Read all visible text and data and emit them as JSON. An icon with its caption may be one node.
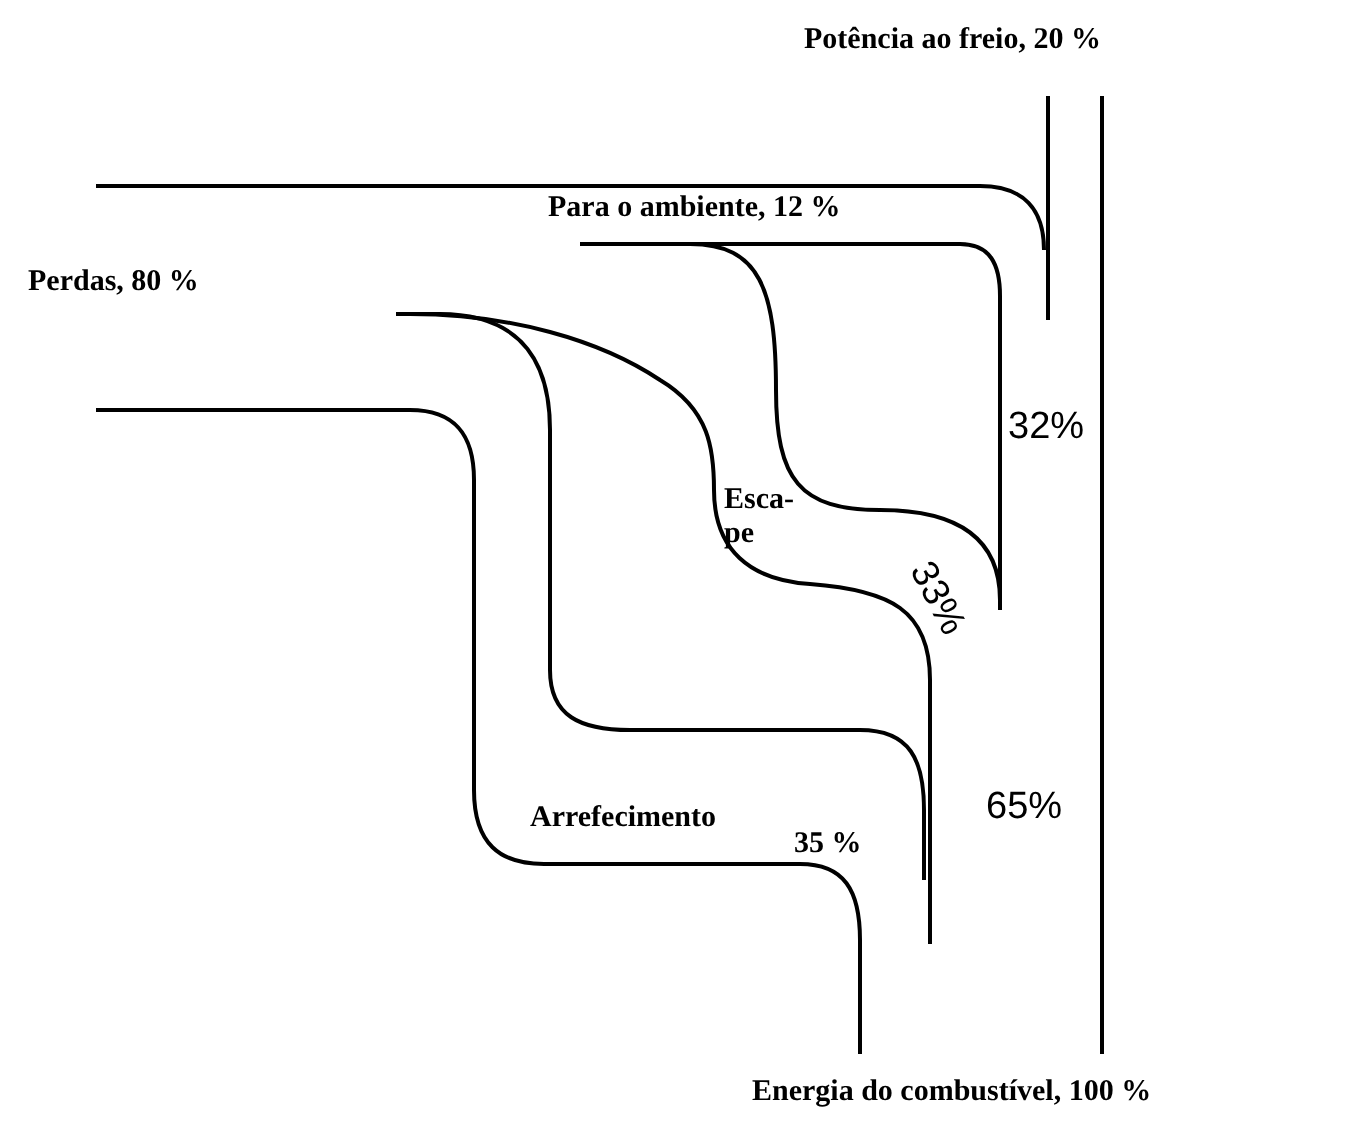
{
  "diagram": {
    "labels": [
      "Potência ao freio, 20 %",
      "Para o ambiente, 12 %",
      "Perdas, 80 %",
      "32%",
      "Esca- pe",
      "33%",
      "65%",
      "Arrefecimento",
      "35 %",
      "Energia do combustível, 100 %"
    ]
  }
}
